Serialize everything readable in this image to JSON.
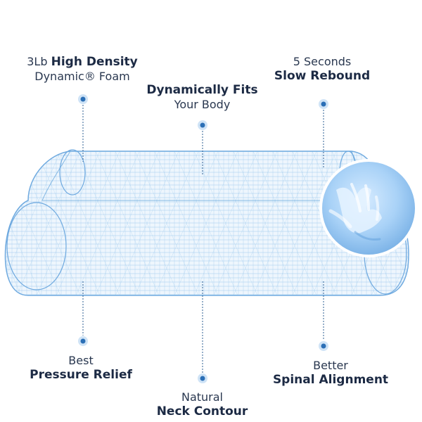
{
  "callouts": {
    "density": {
      "prefix": "3Lb",
      "bold": "High Density",
      "line2": "Dynamic® Foam"
    },
    "fits": {
      "bold": "Dynamically Fits",
      "line2": "Your Body"
    },
    "rebound": {
      "line1": "5 Seconds",
      "bold": "Slow Rebound"
    },
    "pressure": {
      "line1": "Best",
      "bold": "Pressure Relief"
    },
    "neck": {
      "line1": "Natural",
      "bold": "Neck Contour"
    },
    "spinal": {
      "line1": "Better",
      "bold": "Spinal Alignment"
    }
  },
  "colors": {
    "mesh": "#8cc0ea",
    "mesh_dark": "#5a9fd8",
    "fill": "#e9f4fd",
    "dot": "#2b6fb6",
    "dot_halo": "#cfe3f6",
    "text": "#1c2a44"
  },
  "illustration": "memory-foam-contour-pillow-wireframe",
  "inset": "hand-imprint-foam-closeup"
}
